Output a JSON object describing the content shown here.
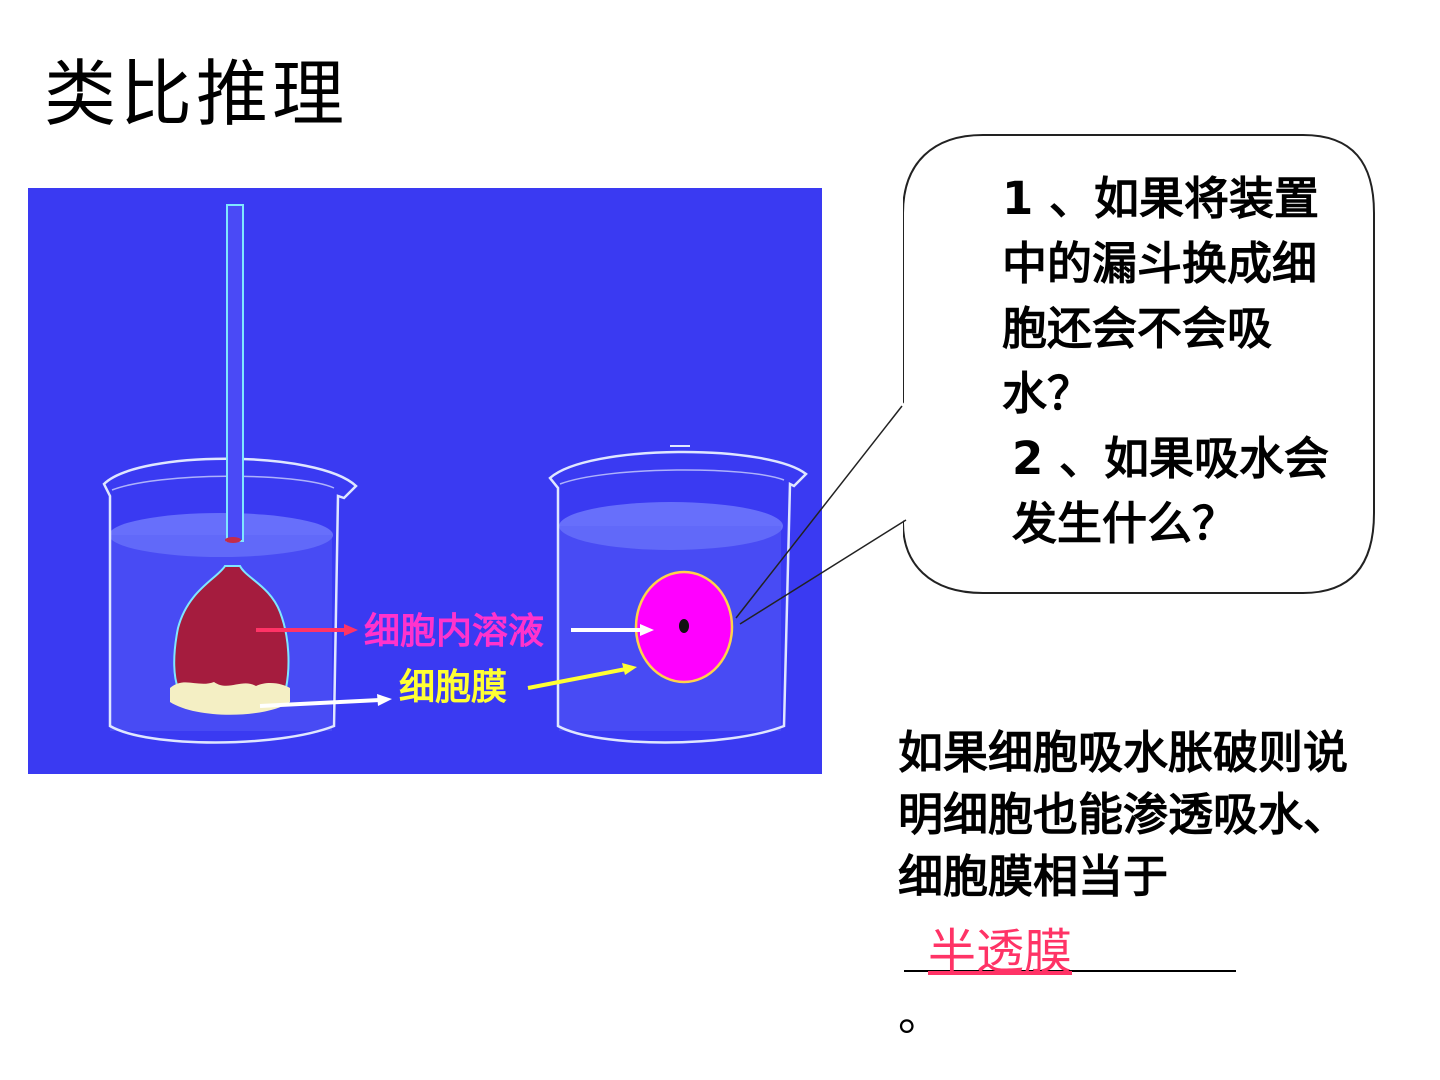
{
  "title": "类比推理",
  "figure": {
    "labels": {
      "cell_solution": "细胞内溶液",
      "cell_membrane": "细胞膜"
    },
    "colors": {
      "background": "#3a3af2",
      "beaker_line": "#dfe6ff",
      "funnel_solution": "#a51c3e",
      "membrane": "#f4efc4",
      "cell": "#ff00ff",
      "cell_label": "#ff33cc",
      "membrane_label": "#ffff33"
    }
  },
  "callout": {
    "question_1": "1 、如果将装置中的漏斗换成细胞还会不会吸水？",
    "question_2": "2 、如果吸水会发生什么？"
  },
  "conclusion": {
    "text": "如果细胞吸水胀破则说明细胞也能渗透吸水、细胞膜相当于",
    "answer": "半透膜",
    "end": "。"
  }
}
